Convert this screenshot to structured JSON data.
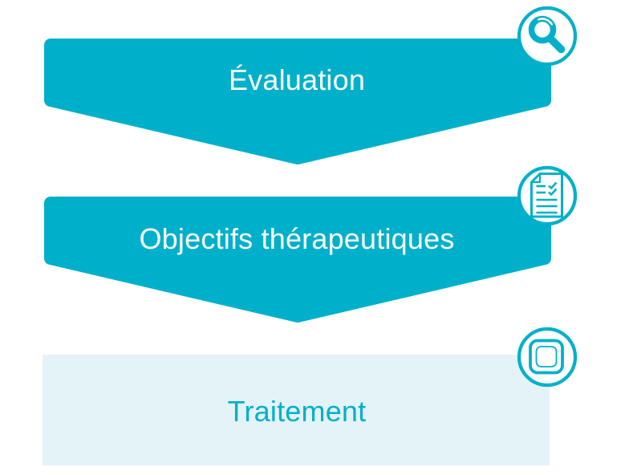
{
  "colors": {
    "accent": "#00b0cb",
    "light-fill": "#e4f3f8",
    "background": "#ffffff",
    "label-on-accent": "#ffffff"
  },
  "steps": [
    {
      "label": "Évaluation",
      "icon": "magnifier-icon",
      "shape": "chevron-banner"
    },
    {
      "label": "Objectifs thérapeutiques",
      "icon": "checklist-document-icon",
      "shape": "chevron-banner"
    },
    {
      "label": "Traitement",
      "icon": "tablet-button-icon",
      "shape": "flat-rectangle"
    }
  ]
}
